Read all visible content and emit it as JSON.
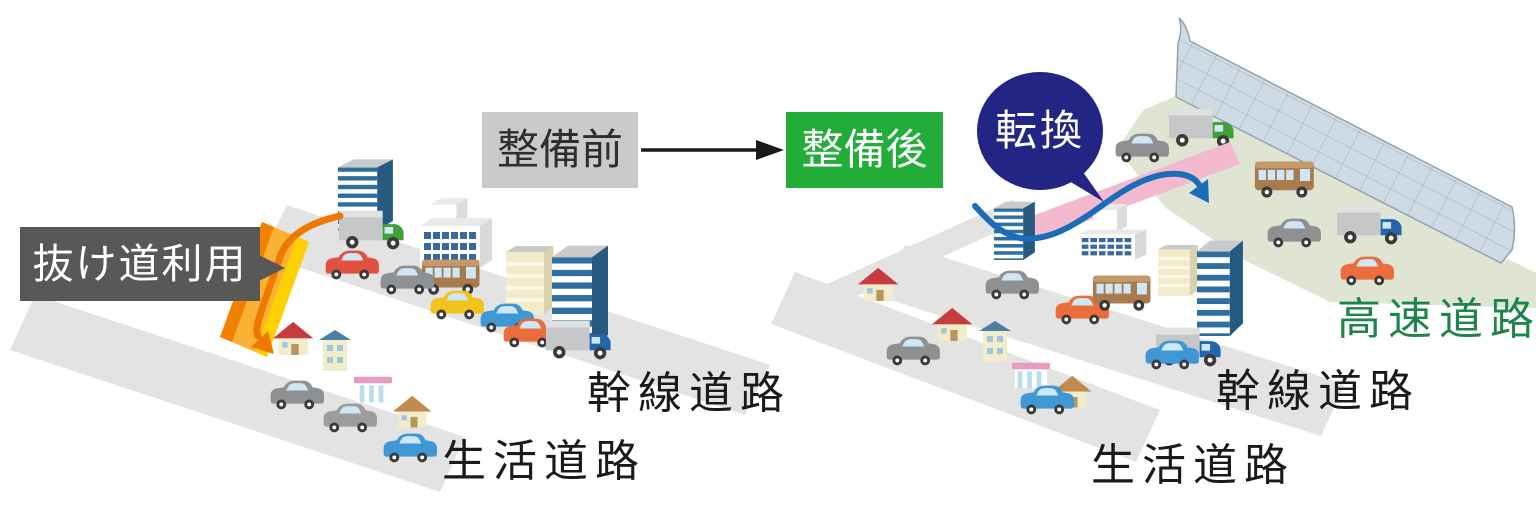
{
  "flow": {
    "before": "整備前",
    "after": "整備後"
  },
  "left_scene": {
    "callout": "抜け道利用",
    "roads": {
      "arterial": "幹線道路",
      "residential": "生活道路"
    }
  },
  "right_scene": {
    "callout": "転換",
    "roads": {
      "expressway": "高速道路",
      "arterial": "幹線道路",
      "residential": "生活道路"
    }
  },
  "colors": {
    "before_box_bg": "#c9caca",
    "before_box_text": "#2e2e2e",
    "after_box_bg": "#22ac38",
    "after_box_text": "#ffffff",
    "callout_bg": "#595757",
    "conversion_bubble_bg": "#232584",
    "expressway_label_text": "#1e8549",
    "shortcut_arrow": "#ee7800",
    "conversion_arrow": "#1b6db8",
    "shortcut_road": "#f9b234",
    "onramp_road": "#f2b9cf",
    "road_surface": "#e3e3e4",
    "expressway_surface": "#dfe5d2",
    "sound_barrier": "#cfdbe4"
  },
  "icons": {
    "vehicles": [
      "car-icon",
      "truck-icon",
      "bus-icon"
    ],
    "buildings": [
      "tower-building-icon",
      "office-building-icon",
      "cream-building-icon",
      "cube-building-icon",
      "house-icon",
      "shop-icon"
    ],
    "markers": [
      "flow-arrow-icon",
      "shortcut-arrow-icon",
      "conversion-arrow-icon",
      "sound-barrier-icon",
      "callout-pointer-icon",
      "bubble-tail-icon"
    ]
  }
}
